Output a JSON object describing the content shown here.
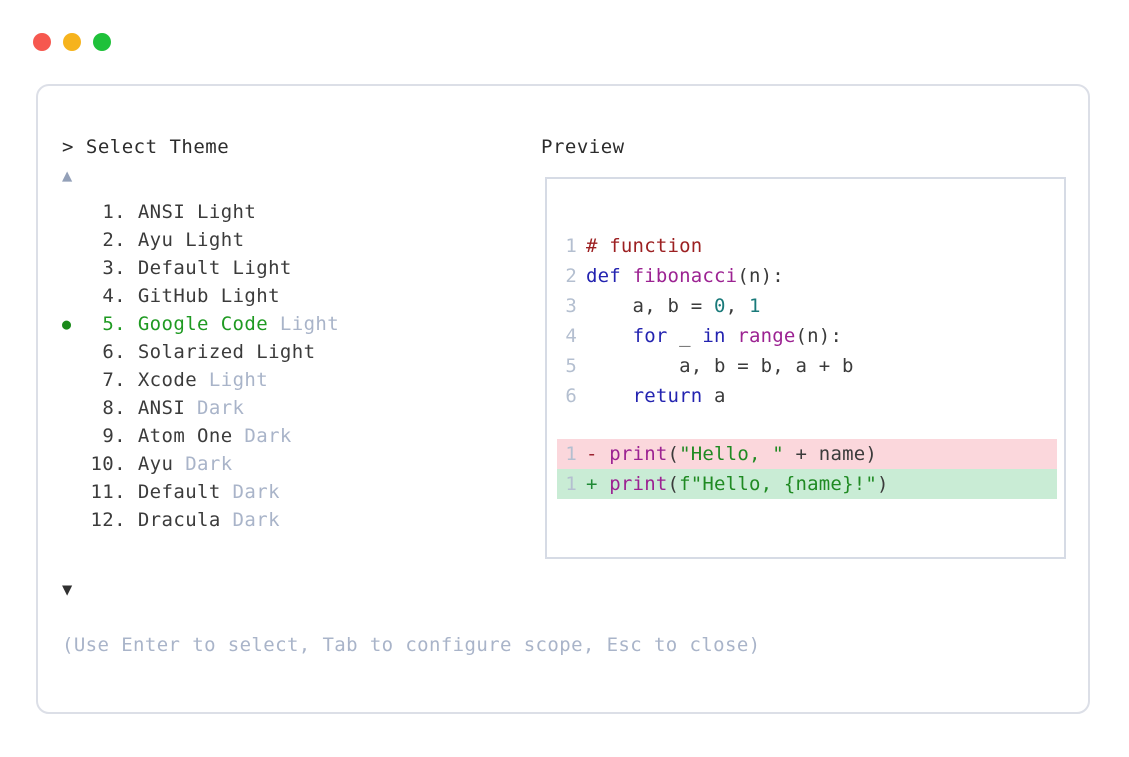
{
  "window": {
    "controls": [
      {
        "name": "close",
        "color": "#f6584f"
      },
      {
        "name": "minimize",
        "color": "#f6b31d"
      },
      {
        "name": "maximize",
        "color": "#1fc13a"
      }
    ]
  },
  "prompt": {
    "header": "> Select Theme",
    "scroll_up": "▲",
    "scroll_down": "▼",
    "hint": "(Use Enter to select, Tab to configure scope, Esc to close)",
    "selected_index": 5,
    "selected_marker": "●",
    "items": [
      {
        "index": "1.",
        "name": "ANSI",
        "suffix": " Light",
        "suffix_muted": false,
        "selected": false
      },
      {
        "index": "2.",
        "name": "Ayu",
        "suffix": " Light",
        "suffix_muted": false,
        "selected": false
      },
      {
        "index": "3.",
        "name": "Default",
        "suffix": " Light",
        "suffix_muted": false,
        "selected": false
      },
      {
        "index": "4.",
        "name": "GitHub",
        "suffix": " Light",
        "suffix_muted": false,
        "selected": false
      },
      {
        "index": "5.",
        "name": "Google Code",
        "suffix": " Light",
        "suffix_muted": true,
        "selected": true
      },
      {
        "index": "6.",
        "name": "Solarized",
        "suffix": " Light",
        "suffix_muted": false,
        "selected": false
      },
      {
        "index": "7.",
        "name": "Xcode",
        "suffix": " Light",
        "suffix_muted": true,
        "selected": false
      },
      {
        "index": "8.",
        "name": "ANSI",
        "suffix": " Dark",
        "suffix_muted": true,
        "selected": false
      },
      {
        "index": "9.",
        "name": "Atom One",
        "suffix": " Dark",
        "suffix_muted": true,
        "selected": false
      },
      {
        "index": "10.",
        "name": "Ayu",
        "suffix": " Dark",
        "suffix_muted": true,
        "selected": false
      },
      {
        "index": "11.",
        "name": "Default",
        "suffix": " Dark",
        "suffix_muted": true,
        "selected": false
      },
      {
        "index": "12.",
        "name": "Dracula",
        "suffix": " Dark",
        "suffix_muted": true,
        "selected": false
      }
    ]
  },
  "preview": {
    "header": "Preview",
    "code_lines": [
      {
        "no": "1",
        "tokens": [
          {
            "t": "# function",
            "c": "comment"
          }
        ]
      },
      {
        "no": "2",
        "tokens": [
          {
            "t": "def ",
            "c": "kw"
          },
          {
            "t": "fibonacci",
            "c": "fn"
          },
          {
            "t": "(n):",
            "c": "plain"
          }
        ]
      },
      {
        "no": "3",
        "tokens": [
          {
            "t": "    a, b = ",
            "c": "plain"
          },
          {
            "t": "0",
            "c": "num"
          },
          {
            "t": ", ",
            "c": "plain"
          },
          {
            "t": "1",
            "c": "num"
          }
        ]
      },
      {
        "no": "4",
        "tokens": [
          {
            "t": "    ",
            "c": "plain"
          },
          {
            "t": "for",
            "c": "kw"
          },
          {
            "t": " _ ",
            "c": "plain"
          },
          {
            "t": "in",
            "c": "kw"
          },
          {
            "t": " ",
            "c": "plain"
          },
          {
            "t": "range",
            "c": "fn"
          },
          {
            "t": "(n):",
            "c": "plain"
          }
        ]
      },
      {
        "no": "5",
        "tokens": [
          {
            "t": "        a, b = b, a + b",
            "c": "plain"
          }
        ]
      },
      {
        "no": "6",
        "tokens": [
          {
            "t": "    ",
            "c": "plain"
          },
          {
            "t": "return",
            "c": "kw"
          },
          {
            "t": " a",
            "c": "plain"
          }
        ]
      }
    ],
    "diff_lines": [
      {
        "no": "1",
        "kind": "del",
        "sign": "-",
        "tokens": [
          {
            "t": " ",
            "c": "plain"
          },
          {
            "t": "print",
            "c": "fn"
          },
          {
            "t": "(",
            "c": "plain"
          },
          {
            "t": "\"Hello, \"",
            "c": "str"
          },
          {
            "t": " + name)",
            "c": "plain"
          }
        ]
      },
      {
        "no": "1",
        "kind": "add",
        "sign": "+",
        "tokens": [
          {
            "t": " ",
            "c": "plain"
          },
          {
            "t": "print",
            "c": "fn"
          },
          {
            "t": "(",
            "c": "plain"
          },
          {
            "t": "f\"Hello, {name}!\"",
            "c": "str"
          },
          {
            "t": ")",
            "c": "plain"
          }
        ]
      }
    ]
  },
  "colors": {
    "accent_green": "#1f9a22",
    "muted": "#a9b4c9",
    "card_border": "#dcdfe7",
    "preview_border": "#d6dbe5",
    "diff_del_bg": "#fbd7dc",
    "diff_add_bg": "#c9ecd5"
  }
}
